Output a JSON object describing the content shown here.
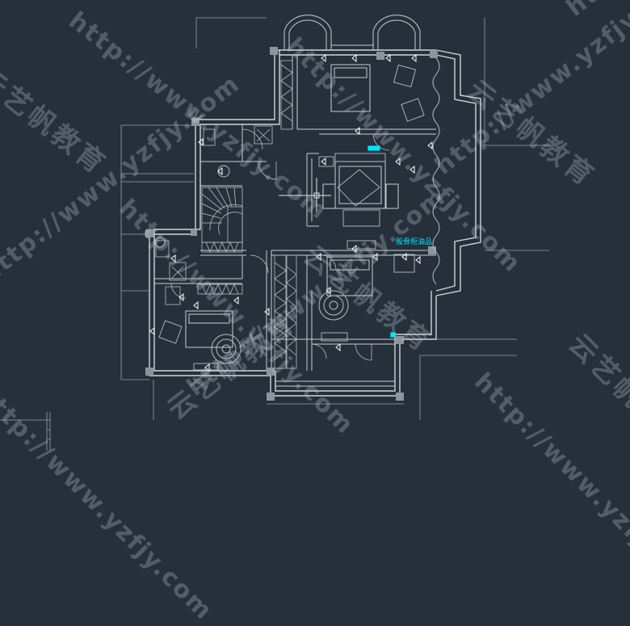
{
  "drawing": {
    "background_color": "#26303a",
    "line_color": "#c8ccd2",
    "accent_color": "#00e5ff",
    "annotation_text": "股骨柜油品"
  },
  "watermarks": {
    "url_text": "http://www.yzfjy.com",
    "brand_text": "云艺帆教育"
  }
}
